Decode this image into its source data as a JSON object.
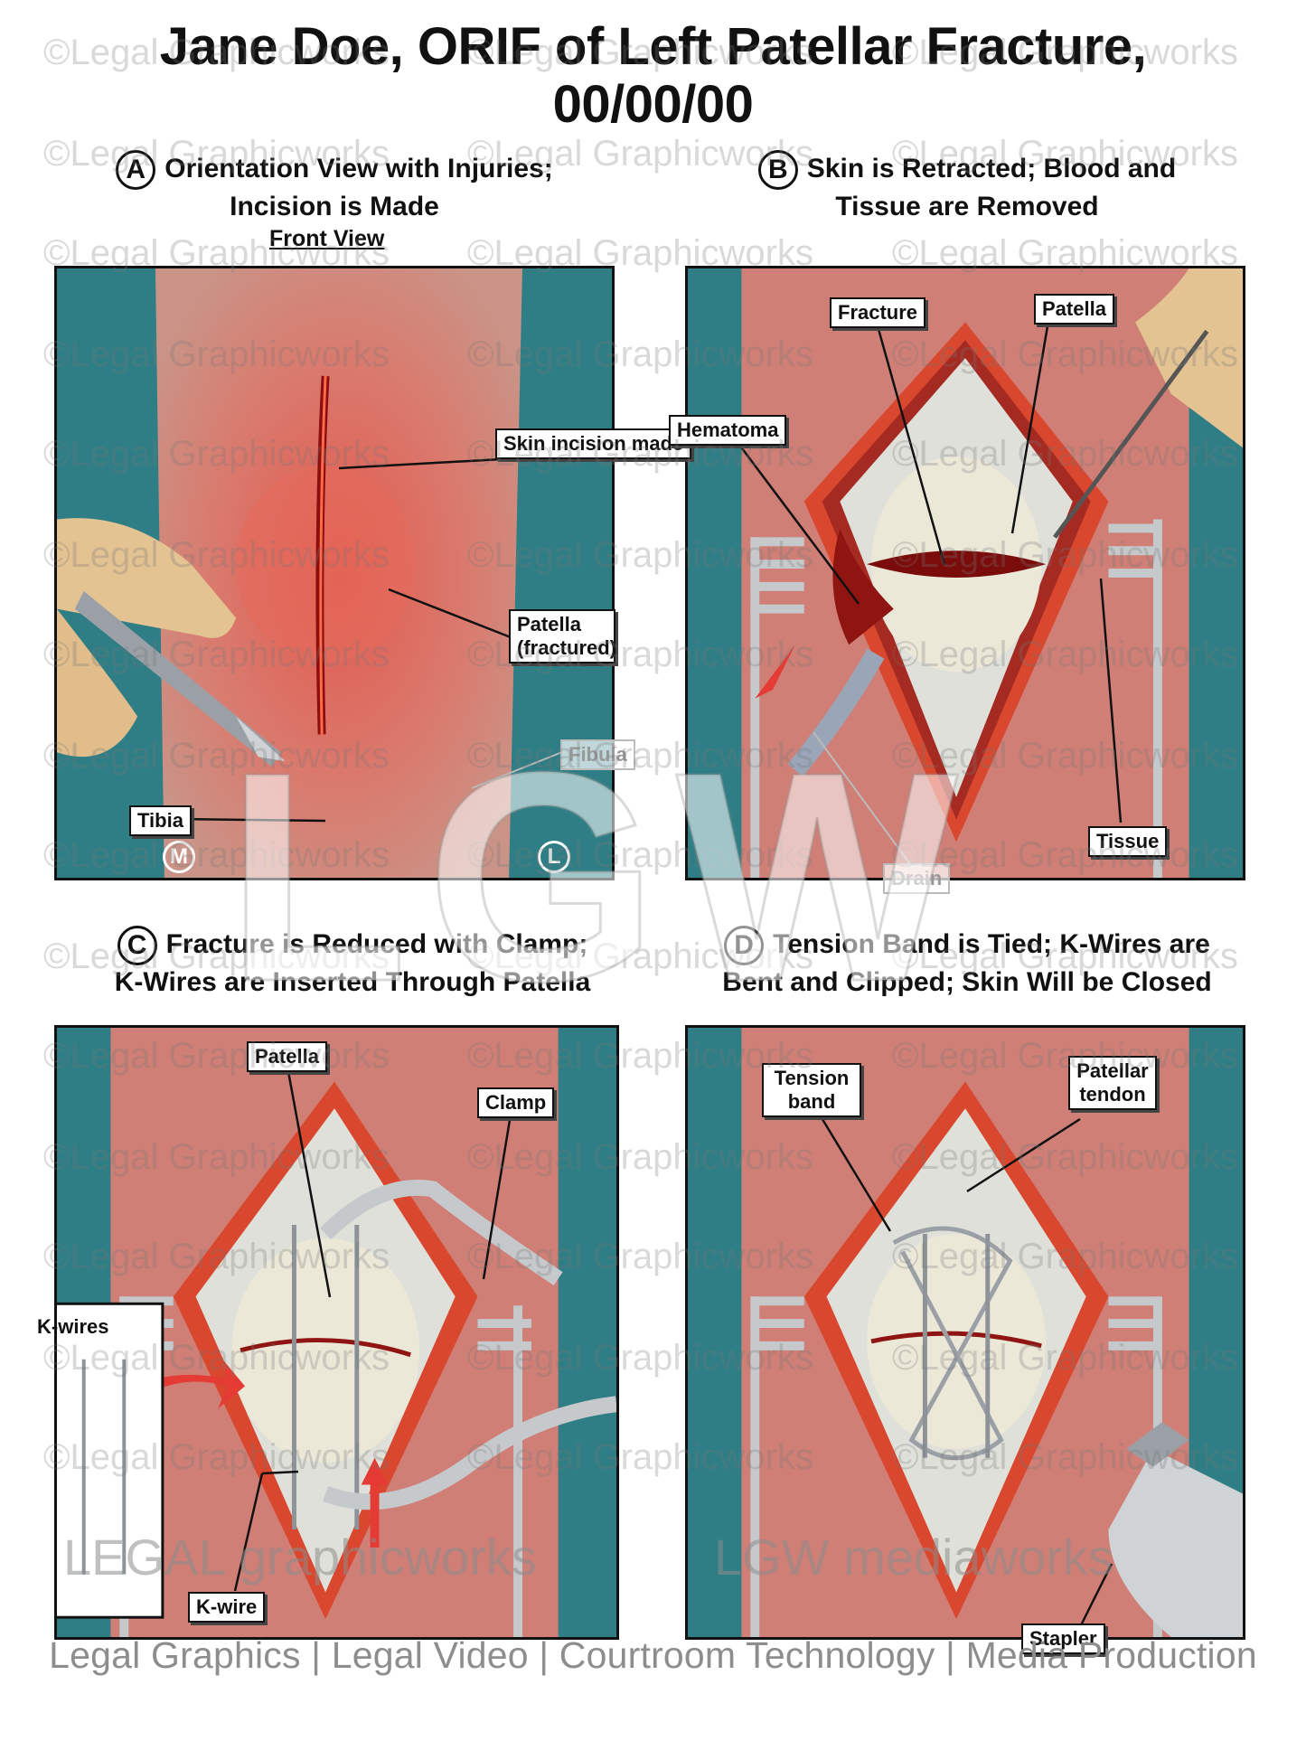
{
  "title_line1": "Jane Doe, ORIF of Left Patellar Fracture,",
  "title_line2": "00/00/00",
  "panels": {
    "a": {
      "letter": "A",
      "title_line1": "Orientation View with Injuries;",
      "title_line2": "Incision is Made",
      "subtitle": "Front View",
      "labels": {
        "skin_incision": "Skin incision made",
        "patella": "Patella (fractured)",
        "fibula": "Fibula",
        "tibia": "Tibia",
        "medial": "M",
        "lateral": "L"
      }
    },
    "b": {
      "letter": "B",
      "title_line1": "Skin is Retracted; Blood and",
      "title_line2": "Tissue are Removed",
      "labels": {
        "fracture": "Fracture",
        "patella": "Patella",
        "hematoma": "Hematoma",
        "tissue": "Tissue",
        "drain": "Drain"
      }
    },
    "c": {
      "letter": "C",
      "title_line1": "Fracture is Reduced with Clamp;",
      "title_line2": "K-Wires are Inserted Through Patella",
      "labels": {
        "patella": "Patella",
        "clamp": "Clamp",
        "k_wires": "K-wires",
        "k_wire": "K-wire"
      }
    },
    "d": {
      "letter": "D",
      "title_line1": "Tension Band is Tied; K-Wires are",
      "title_line2": "Bent and Clipped; Skin Will be Closed",
      "labels": {
        "tension_band": "Tension band",
        "patellar_tendon": "Patellar tendon",
        "stapler": "Stapler"
      }
    }
  },
  "watermark_text": "©Legal Graphicworks",
  "big_watermark": "LGW",
  "brand_left": "LEGAL graphicworks",
  "brand_right": "LGW mediaworks",
  "footer": "Legal Graphics | Legal Video | Courtroom Technology | Media Production",
  "colors": {
    "drape": "#2f7e86",
    "skin": "#d9857a",
    "wound": "#a3201c",
    "bone": "#ece8d8"
  }
}
